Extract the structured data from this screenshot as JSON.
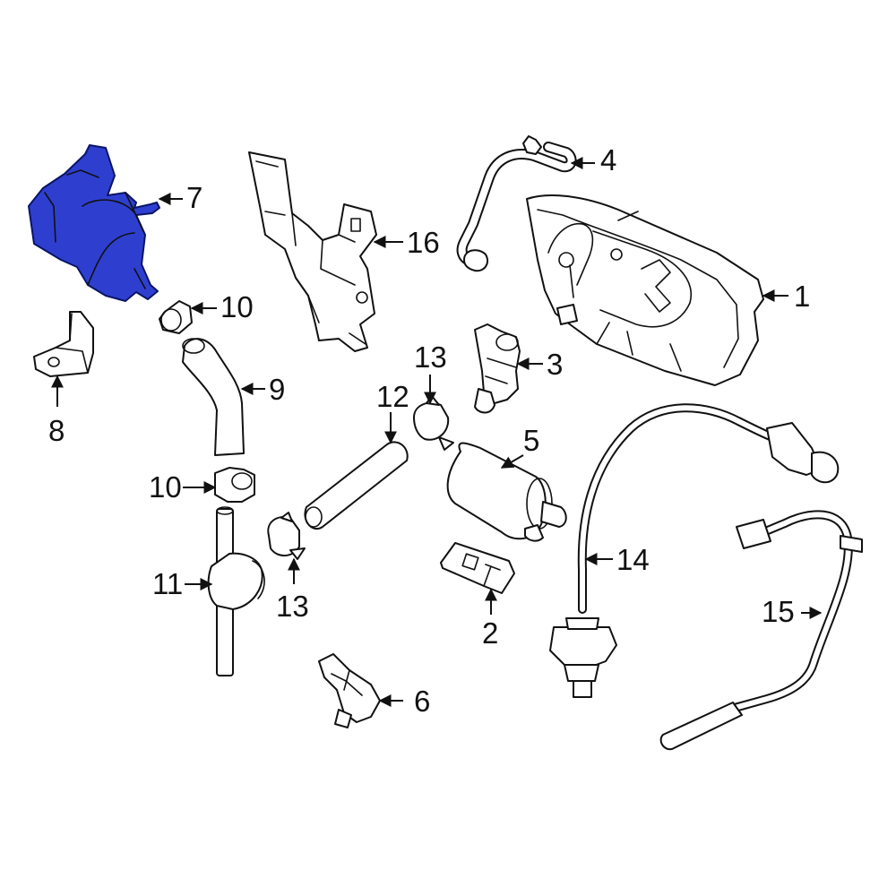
{
  "diagram": {
    "highlight_color": "#2e3fd0",
    "callouts": [
      {
        "id": "c1",
        "label": "1"
      },
      {
        "id": "c2",
        "label": "2"
      },
      {
        "id": "c3",
        "label": "3"
      },
      {
        "id": "c4",
        "label": "4"
      },
      {
        "id": "c5",
        "label": "5"
      },
      {
        "id": "c6",
        "label": "6"
      },
      {
        "id": "c7",
        "label": "7"
      },
      {
        "id": "c8",
        "label": "8"
      },
      {
        "id": "c9",
        "label": "9"
      },
      {
        "id": "c10a",
        "label": "10"
      },
      {
        "id": "c10b",
        "label": "10"
      },
      {
        "id": "c11",
        "label": "11"
      },
      {
        "id": "c12",
        "label": "12"
      },
      {
        "id": "c13a",
        "label": "13"
      },
      {
        "id": "c13b",
        "label": "13"
      },
      {
        "id": "c14",
        "label": "14"
      },
      {
        "id": "c15",
        "label": "15"
      },
      {
        "id": "c16",
        "label": "16"
      }
    ]
  }
}
